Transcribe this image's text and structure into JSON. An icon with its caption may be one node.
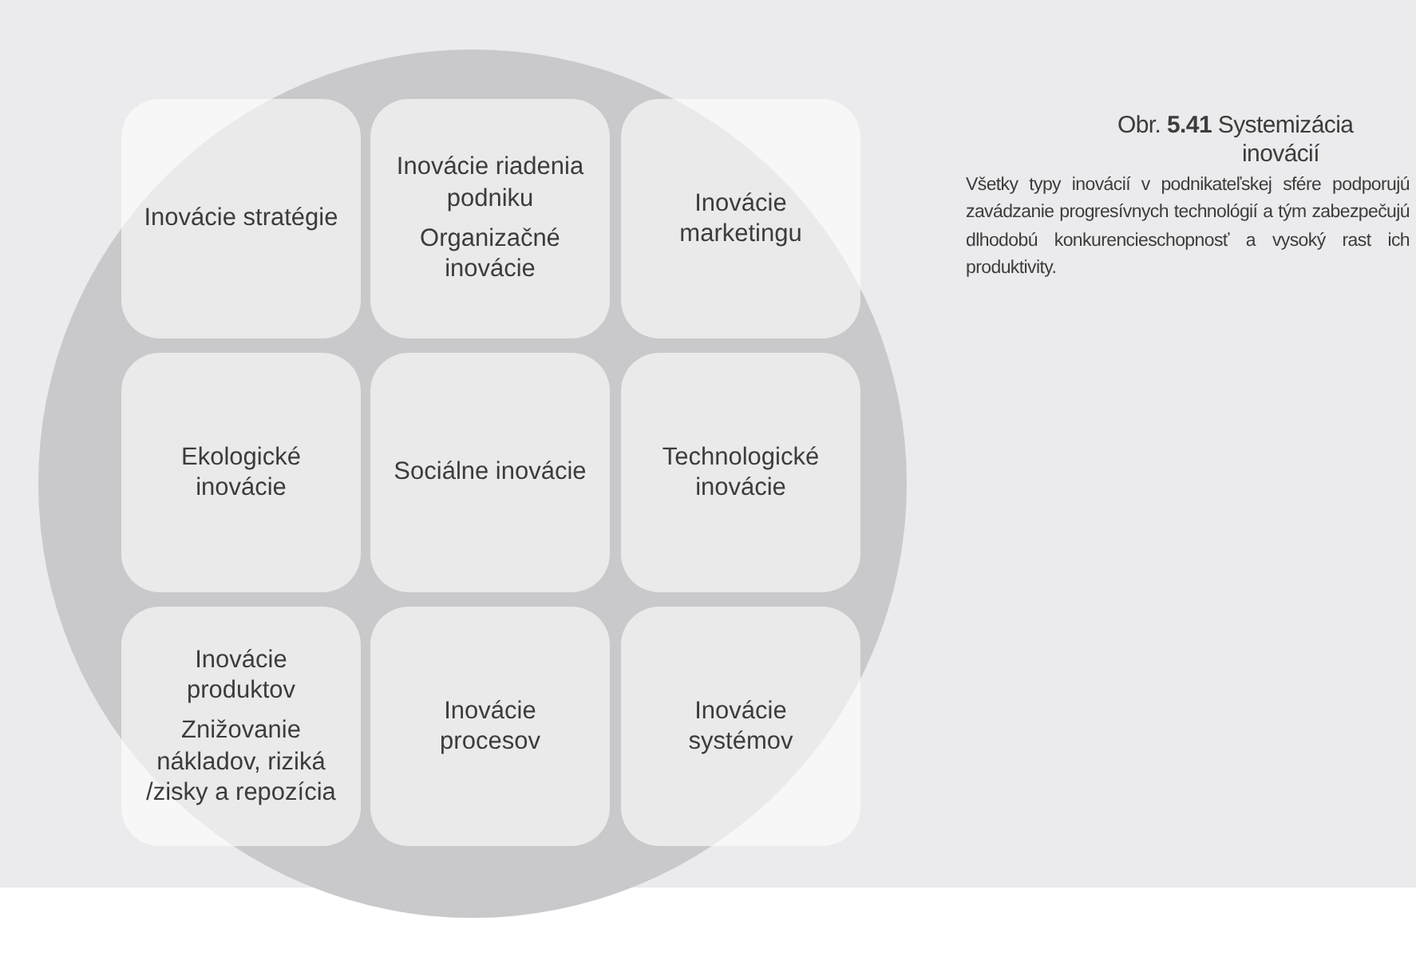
{
  "diagram": {
    "title": "Obr. **5.41** Systemizácia inovácií",
    "caption": "Všetky typy inovácií v podnikateľskej sfére podporujú zavádzanie progresívnych technológií a tým zabezpečujú dlhodobú konkurencieschopnosť a vysoký rast ich produktivity.",
    "nodes": [
      {
        "text": [
          "Inovácie stratégie"
        ]
      },
      {
        "text": [
          "Inovácie riadenia podniku",
          "Organizačné inovácie"
        ]
      },
      {
        "text": [
          "Inovácie marketingu"
        ]
      },
      {
        "text": [
          "Ekologické inovácie"
        ]
      },
      {
        "text": [
          "Sociálne inovácie"
        ]
      },
      {
        "text": [
          "Technologické inovácie"
        ]
      },
      {
        "text": [
          "Inovácie produktov",
          "Znižovanie nákladov, riziká /zisky a repozícia"
        ]
      },
      {
        "text": [
          "Inovácie procesov"
        ]
      },
      {
        "text": [
          "Inovácie systémov"
        ]
      }
    ]
  }
}
